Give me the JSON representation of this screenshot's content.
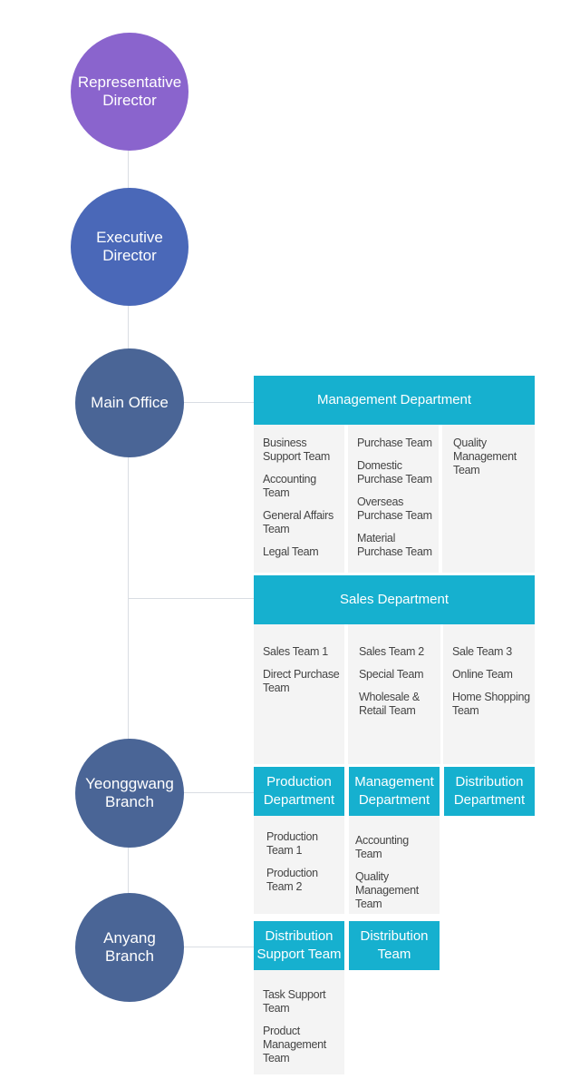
{
  "nodes": {
    "representative_director": "Representative\nDirector",
    "executive_director": "Executive\nDirector",
    "main_office": "Main Office",
    "yeonggwang_branch": "Yeonggwang\nBranch",
    "anyang_branch": "Anyang\nBranch"
  },
  "colors": {
    "rep_director": "#8a64cd",
    "exec_director": "#4a68b8",
    "office": "#4a6596",
    "department": "#16b0cf",
    "team_panel": "#f4f4f4",
    "connector": "#d9dde3"
  },
  "management_department": {
    "title": "Management Department",
    "columns": [
      [
        "Business\nSupport Team",
        "Accounting\nTeam",
        "General Affairs\nTeam",
        "Legal Team"
      ],
      [
        "Purchase Team",
        "Domestic\nPurchase Team",
        "Overseas\nPurchase Team",
        "Material\nPurchase Team"
      ],
      [
        "Quality\nManagement\nTeam"
      ]
    ]
  },
  "sales_department": {
    "title": "Sales Department",
    "columns": [
      [
        "Sales Team 1",
        "Direct Purchase\nTeam"
      ],
      [
        "Sales Team 2",
        "Special Team",
        "Wholesale &\nRetail Team"
      ],
      [
        "Sale Team 3",
        "Online Team",
        "Home Shopping\nTeam"
      ]
    ]
  },
  "yeonggwang": {
    "departments": [
      {
        "title": "Production\nDepartment",
        "teams": [
          "Production\nTeam 1",
          "Production\nTeam 2"
        ]
      },
      {
        "title": "Management\nDepartment",
        "teams": [
          "Accounting\nTeam",
          "Quality\nManagement\nTeam"
        ]
      },
      {
        "title": "Distribution\nDepartment",
        "teams": []
      }
    ]
  },
  "anyang": {
    "departments": [
      {
        "title": "Distribution\nSupport Team",
        "teams": [
          "Task Support\nTeam",
          "Product\nManagement\nTeam"
        ]
      },
      {
        "title": "Distribution\nTeam",
        "teams": []
      }
    ]
  }
}
